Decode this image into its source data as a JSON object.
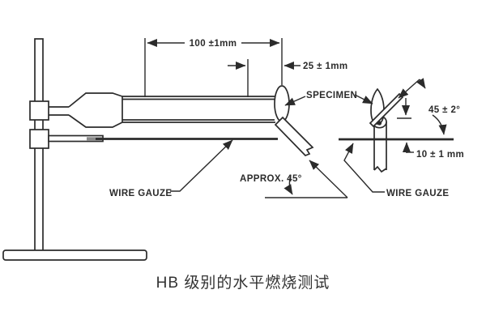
{
  "diagram": {
    "title_semantic": "HB horizontal burning test apparatus",
    "labels": {
      "dim_length": "100 ±1mm",
      "dim_offset": "25 ± 1mm",
      "specimen": "SPECIMEN",
      "angle_right": "45 ± 2°",
      "dim_gap": "10 ± 1 mm",
      "angle_left": "APPROX. 45°",
      "wire_gauze_left": "WIRE GAUZE",
      "wire_gauze_right": "WIRE GAUZE"
    },
    "colors": {
      "line": "#2b2b2b",
      "background": "#ffffff",
      "rod_insert": "#8a8a8a"
    }
  },
  "caption": {
    "text": "HB 级别的水平燃烧测试"
  }
}
